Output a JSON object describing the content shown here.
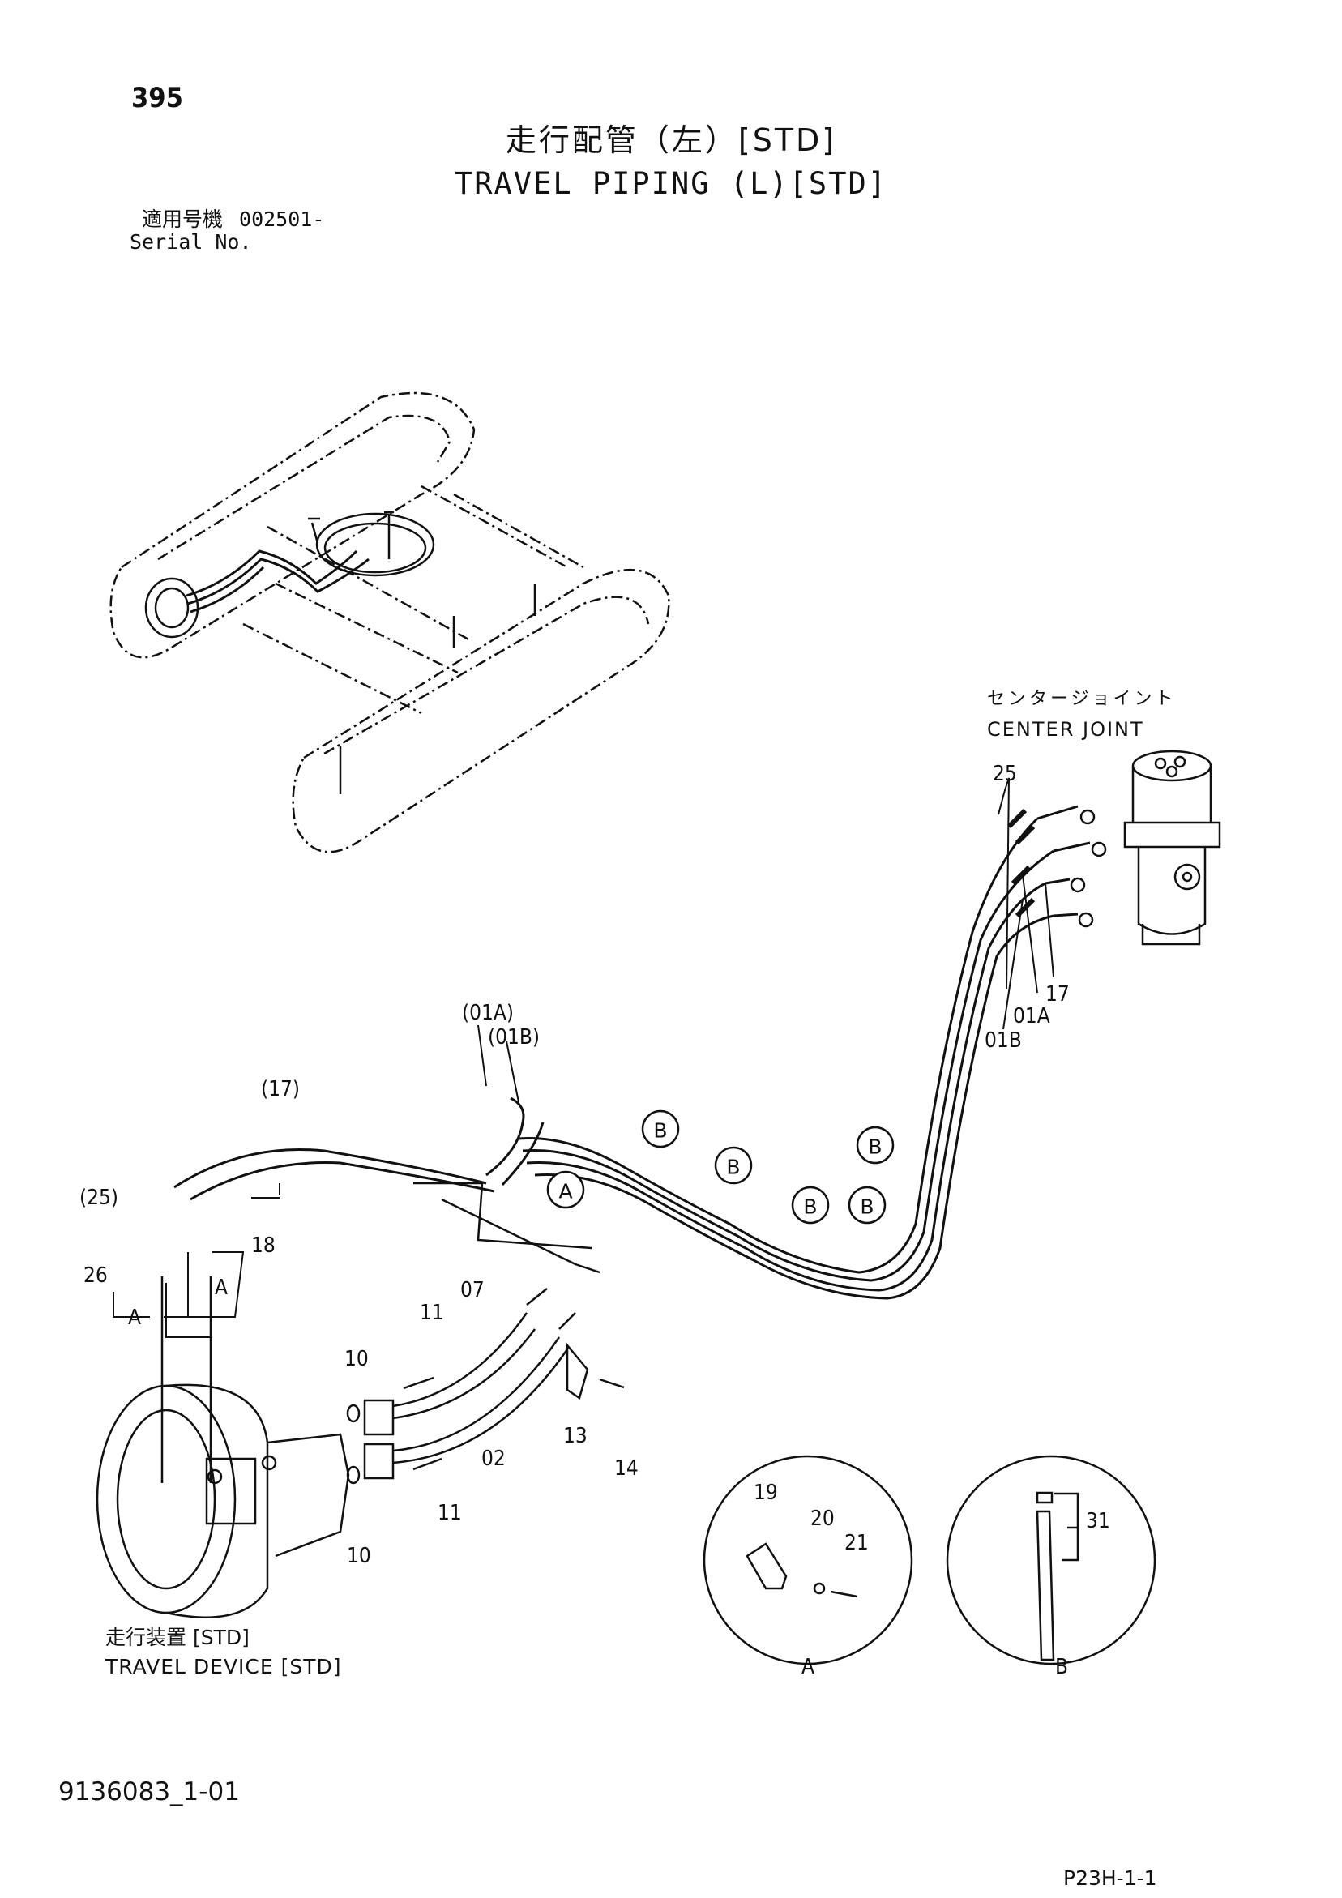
{
  "header": {
    "page_number": "395",
    "title_jp": "走行配管（左）[STD]",
    "title_en": "TRAVEL PIPING (L)[STD]",
    "serial_label_jp": "適用号機",
    "serial_value": "002501-",
    "serial_label_en": "Serial No."
  },
  "labels": {
    "center_joint_jp": "センタージョイント",
    "center_joint_en": "CENTER JOINT",
    "travel_device_jp": "走行装置 [STD]",
    "travel_device_en": "TRAVEL DEVICE [STD]"
  },
  "footer": {
    "doc_number": "9136083_1-01",
    "page_code": "P23H-1-1"
  },
  "callouts": {
    "p25": "25",
    "p01a": "01A",
    "p17": "17",
    "p01b": "01B",
    "p01a_paren": "(01A)",
    "p01b_paren": "(01B)",
    "p17_paren": "(17)",
    "p25_paren": "(25)",
    "p26": "26",
    "p18": "18",
    "a_left": "A",
    "a_right": "A",
    "p11_top": "11",
    "p07": "07",
    "p10_top": "10",
    "p13": "13",
    "p14": "14",
    "p02": "02",
    "p11_bot": "11",
    "p10_bot": "10",
    "p19": "19",
    "p20": "20",
    "p21": "21",
    "p31": "31",
    "detail_a": "A",
    "detail_b": "B"
  },
  "circle_callouts": {
    "a1": "A",
    "b1": "B",
    "b2": "B",
    "b3": "B",
    "b4": "B",
    "b5": "B"
  }
}
